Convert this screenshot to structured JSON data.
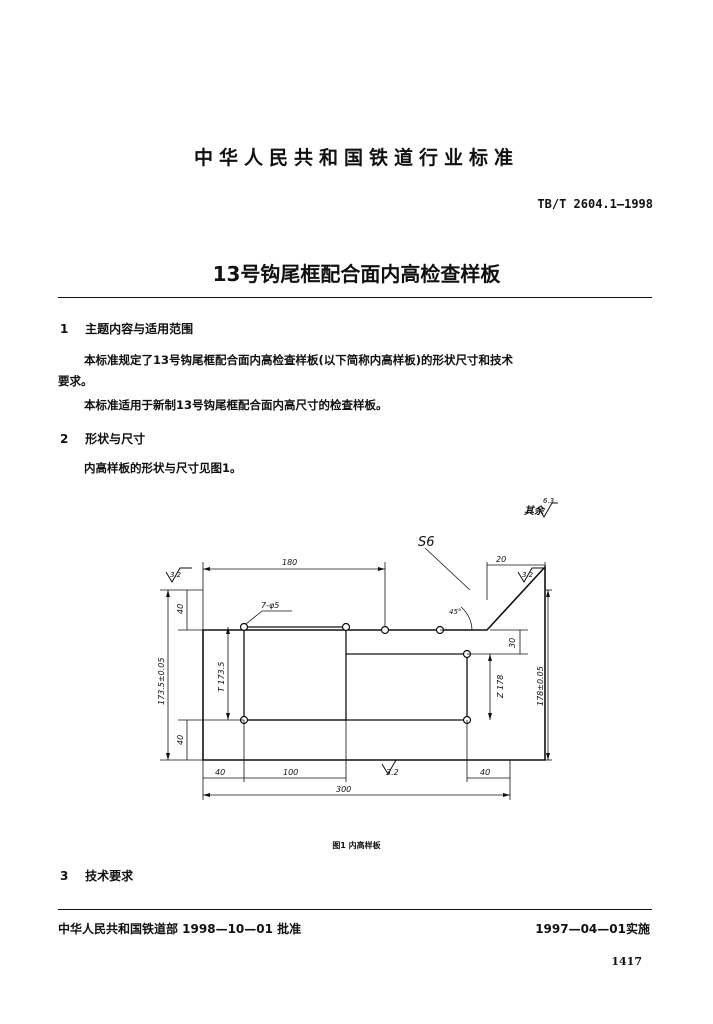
{
  "header": {
    "organization": "中华人民共和国铁道行业标准",
    "standard_number": "TB/T 2604.1—1998",
    "title": "13号钩尾框配合面内高检查样板"
  },
  "sections": {
    "s1": {
      "heading_number": "1",
      "heading": "主题内容与适用范围",
      "para1_line1": "本标准规定了13号钩尾框配合面内高检查样板(以下简称内高样板)的形状尺寸和技术",
      "para1_line2": "要求。",
      "para2": "本标准适用于新制13号钩尾框配合面内高尺寸的检查样板。"
    },
    "s2": {
      "heading_number": "2",
      "heading": "形状与尺寸",
      "para": "内高样板的形状与尺寸见图1。"
    },
    "s3": {
      "heading_number": "3",
      "heading": "技术要求"
    }
  },
  "figure": {
    "caption": "图1 内高样板",
    "surface_mark_rest": "其余",
    "dims": {
      "d180": "180",
      "chamfer": "S6",
      "d20": "20",
      "holes": "7-φ5",
      "angle": "45°",
      "d40_top": "40",
      "d30": "30",
      "t173_5": "T 173.5",
      "z178": "Z 178",
      "left_total": "173.5±0.05",
      "right_total": "178±0.05",
      "d40_bottom": "40",
      "b40_left": "40",
      "b100": "100",
      "b40_right": "40",
      "b300": "300",
      "rough_32": "3.2",
      "rough_rest": "6.3"
    }
  },
  "footer": {
    "approval": "中华人民共和国铁道部 1998—10—01 批准",
    "implementation": "1997—04—01实施",
    "page_number": "1417"
  }
}
